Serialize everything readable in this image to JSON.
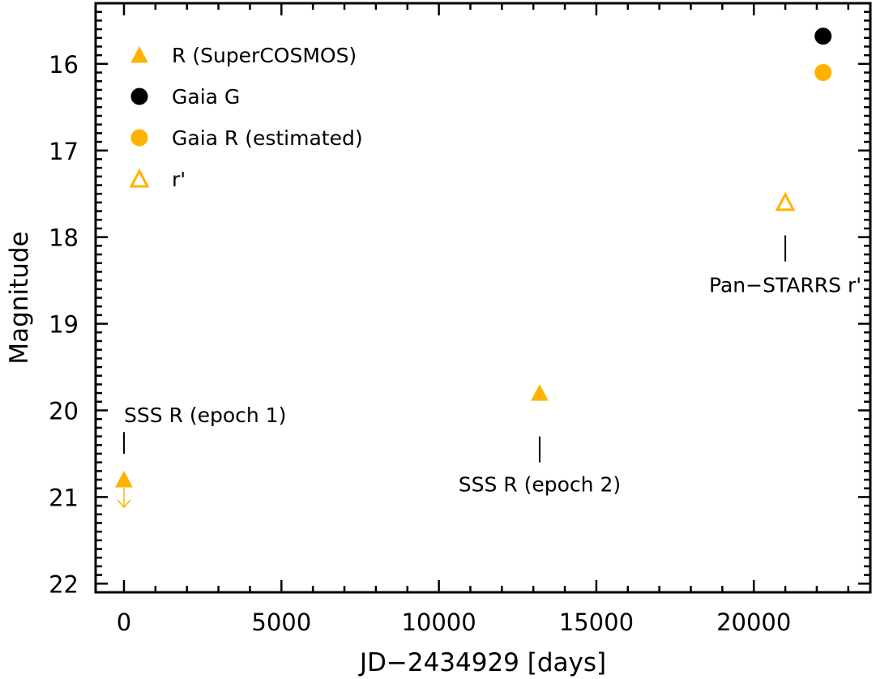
{
  "chart_data": {
    "type": "scatter",
    "xlabel": "JD−2434929 [days]",
    "ylabel": "Magnitude",
    "xlim": [
      -900,
      23700
    ],
    "ylim": [
      22.1,
      15.3
    ],
    "y_inverted": true,
    "xticks": [
      0,
      5000,
      10000,
      15000,
      20000
    ],
    "xtick_labels": [
      "0",
      "5000",
      "10000",
      "15000",
      "20000"
    ],
    "yticks": [
      16,
      17,
      18,
      19,
      20,
      21,
      22
    ],
    "ytick_labels": [
      "16",
      "17",
      "18",
      "19",
      "20",
      "21",
      "22"
    ],
    "grid": false,
    "legend_position": "top-left",
    "colors": {
      "orange": "#ffb300",
      "black": "#000000"
    },
    "series": [
      {
        "name": "R (SuperCOSMOS)",
        "marker": "filled-triangle",
        "color": "#ffb300",
        "points": [
          {
            "x": 0,
            "y": 20.8,
            "upper_limit": true
          },
          {
            "x": 13200,
            "y": 19.8
          }
        ]
      },
      {
        "name": "Gaia G",
        "marker": "filled-circle",
        "color": "#000000",
        "points": [
          {
            "x": 22200,
            "y": 15.68
          }
        ]
      },
      {
        "name": "Gaia R (estimated)",
        "marker": "filled-circle",
        "color": "#ffb300",
        "points": [
          {
            "x": 22200,
            "y": 16.1
          }
        ]
      },
      {
        "name": "r'",
        "marker": "open-triangle",
        "color": "#ffb300",
        "points": [
          {
            "x": 21000,
            "y": 17.6
          }
        ]
      }
    ],
    "annotations": [
      {
        "text": "SSS R (epoch 1)",
        "x": 0,
        "y": 20.05,
        "line_y": [
          20.25,
          20.5
        ],
        "align": "start"
      },
      {
        "text": "SSS R (epoch 2)",
        "x": 13200,
        "y": 20.85,
        "line_y": [
          20.3,
          20.6
        ],
        "align": "middle"
      },
      {
        "text": "Pan−STARRS r'",
        "x": 21000,
        "y": 18.55,
        "line_y": [
          17.98,
          18.28
        ],
        "align": "middle"
      }
    ]
  }
}
